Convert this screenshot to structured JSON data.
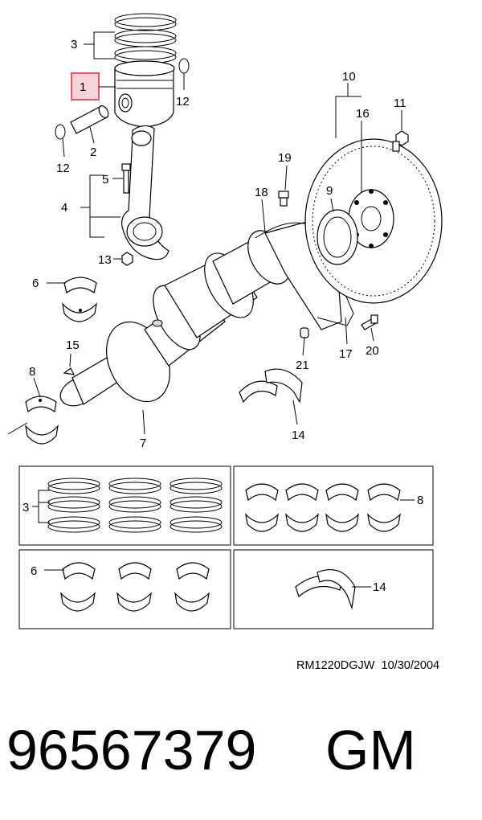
{
  "callouts": {
    "c1": "1",
    "c2": "2",
    "c3": "3",
    "c4": "4",
    "c5": "5",
    "c6": "6",
    "c7": "7",
    "c8": "8",
    "c9": "9",
    "c10": "10",
    "c11": "11",
    "c12a": "12",
    "c12b": "12",
    "c13": "13",
    "c14": "14",
    "c15": "15",
    "c16": "16",
    "c17": "17",
    "c18": "18",
    "c19": "19",
    "c20": "20",
    "c21": "21"
  },
  "kits": {
    "rings_label": "3",
    "mains_label": "8",
    "rods_label": "6",
    "thrust_label": "14"
  },
  "highlight_color": "#e05a6a",
  "footer": {
    "reference": "RM1220DGJW  10/30/2004",
    "part_number": "96567379",
    "brand": "GM"
  }
}
